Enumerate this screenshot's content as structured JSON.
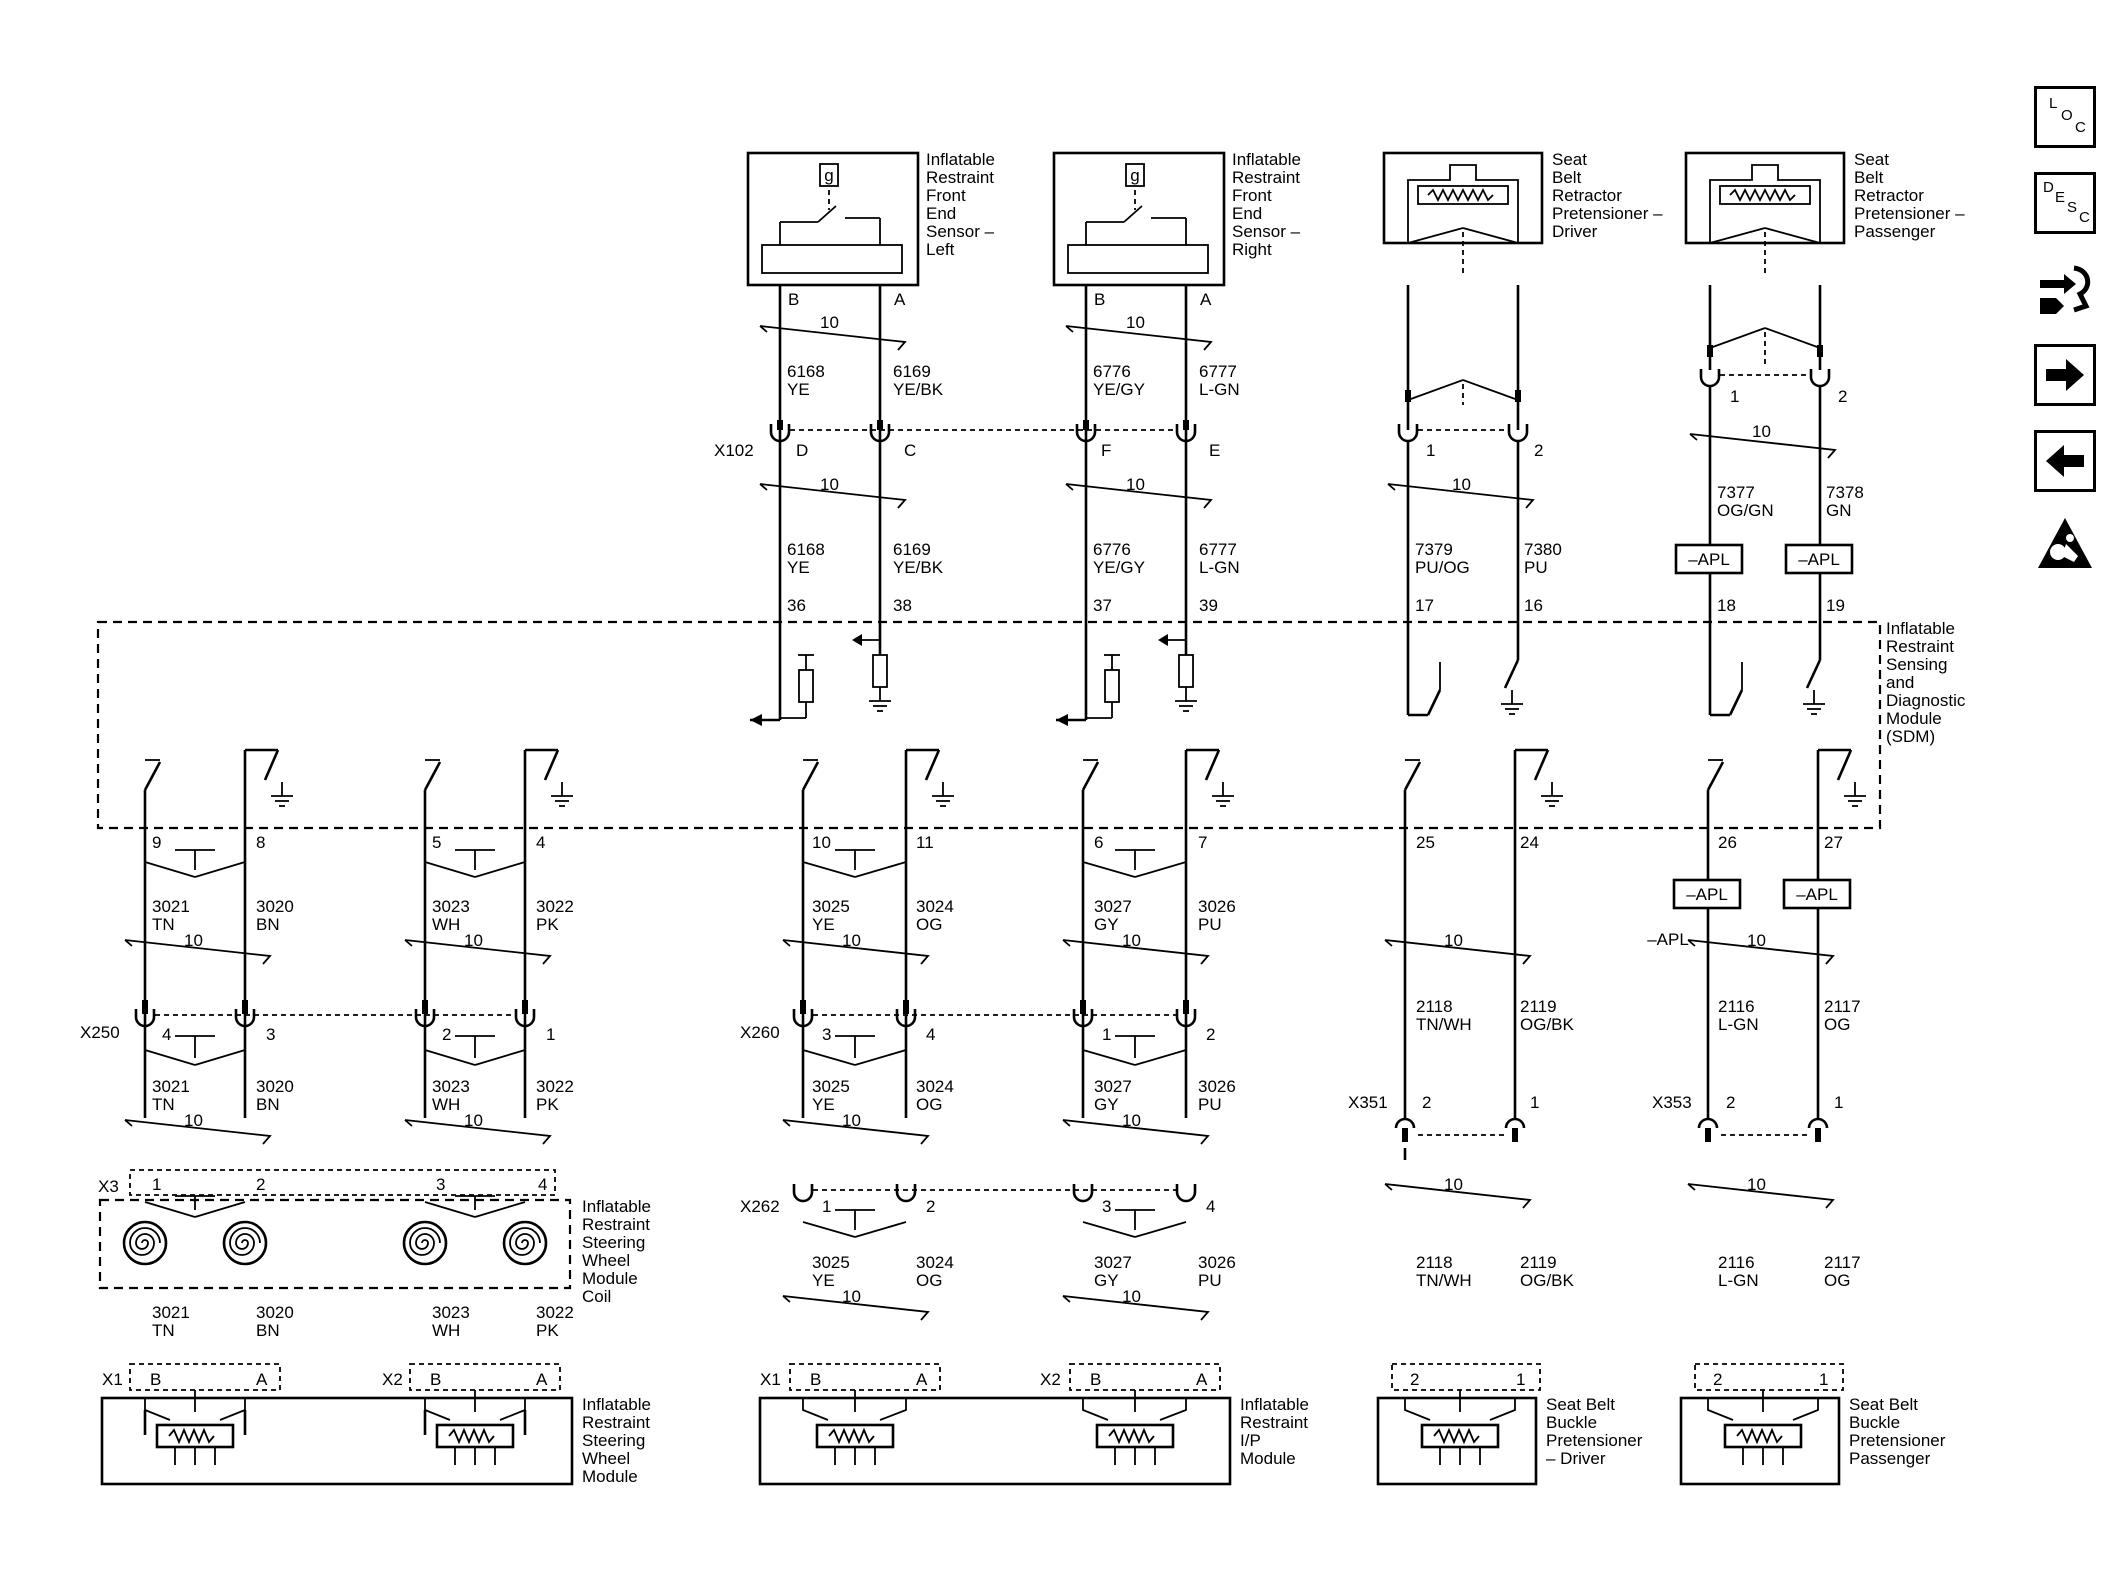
{
  "nav": {
    "loc": {
      "l1": "L",
      "l2": "O",
      "l3": "C"
    },
    "desc": {
      "l1": "D",
      "l2": "E",
      "l3": "S",
      "l4": "C"
    },
    "icons": [
      "loc-icon",
      "desc-icon",
      "connector-tools-icon",
      "next-arrow-icon",
      "previous-arrow-icon",
      "airbag-warning-icon"
    ]
  },
  "components": {
    "front_left": [
      "Inflatable",
      "Restraint",
      "Front",
      "End",
      "Sensor –",
      "Left"
    ],
    "front_right": [
      "Inflatable",
      "Restraint",
      "Front",
      "End",
      "Sensor –",
      "Right"
    ],
    "pret_driver": [
      "Seat",
      "Belt",
      "Retractor",
      "Pretensioner –",
      "Driver"
    ],
    "pret_pass": [
      "Seat",
      "Belt",
      "Retractor",
      "Pretensioner –",
      "Passenger"
    ],
    "sdm": [
      "Inflatable",
      "Restraint",
      "Sensing",
      "and",
      "Diagnostic",
      "Module",
      "(SDM)"
    ],
    "coil": [
      "Inflatable",
      "Restraint",
      "Steering",
      "Wheel",
      "Module",
      "Coil"
    ],
    "steering_module": [
      "Inflatable",
      "Restraint",
      "Steering",
      "Wheel",
      "Module"
    ],
    "ip_module": [
      "Inflatable",
      "Restraint",
      "I/P",
      "Module"
    ],
    "buckle_driver": [
      "Seat Belt",
      "Buckle",
      "Pretensioner",
      "– Driver"
    ],
    "buckle_pass": [
      "Seat Belt",
      "Buckle",
      "Pretensioner",
      "Passenger"
    ]
  },
  "connectors": {
    "x102": "X102",
    "x250": "X250",
    "x260": "X260",
    "x262": "X262",
    "x351": "X351",
    "x353": "X353",
    "x3": "X3",
    "x1": "X1",
    "x2": "X2"
  },
  "apl": "–APL",
  "twist": "10",
  "sensor_symbol": "g",
  "pins": {
    "B": "B",
    "A": "A",
    "C": "C",
    "D": "D",
    "E": "E",
    "F": "F",
    "p1": "1",
    "p2": "2",
    "p3": "3",
    "p4": "4",
    "p5": "5",
    "p6": "6",
    "p7": "7",
    "p8": "8",
    "p9": "9",
    "p10": "10",
    "p11": "11",
    "p16": "16",
    "p17": "17",
    "p18": "18",
    "p19": "19",
    "p24": "24",
    "p25": "25",
    "p26": "26",
    "p27": "27",
    "p36": "36",
    "p37": "37",
    "p38": "38",
    "p39": "39"
  },
  "circuits": {
    "c6168": "6168",
    "c6169": "6169",
    "c6776": "6776",
    "c6777": "6777",
    "c7379": "7379",
    "c7380": "7380",
    "c7377": "7377",
    "c7378": "7378",
    "c3021": "3021",
    "c3020": "3020",
    "c3023": "3023",
    "c3022": "3022",
    "c3025": "3025",
    "c3024": "3024",
    "c3027": "3027",
    "c3026": "3026",
    "c2118": "2118",
    "c2119": "2119",
    "c2116": "2116",
    "c2117": "2117"
  },
  "colors": {
    "YE": "YE",
    "YEBK": "YE/BK",
    "YEGY": "YE/GY",
    "LGN": "L-GN",
    "PUOG": "PU/OG",
    "PU": "PU",
    "OGGN": "OG/GN",
    "GN": "GN",
    "TN": "TN",
    "BN": "BN",
    "WH": "WH",
    "PK": "PK",
    "OG": "OG",
    "GY": "GY",
    "TNWH": "TN/WH",
    "OGBK": "OG/BK"
  }
}
